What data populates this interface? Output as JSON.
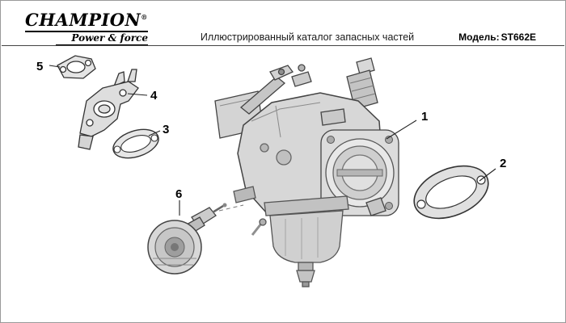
{
  "colors": {
    "page_bg": "#ffffff",
    "rule": "#444444",
    "text": "#000000"
  },
  "header": {
    "logo_text": "CHAMPION",
    "logo_reg": "®",
    "logo_subtitle": "Power & force",
    "title": "Иллюстрированный каталог запасных частей",
    "model_label": "Модель:",
    "model_value": "ST662E"
  },
  "diagram": {
    "subject": "carburetor-parts-exploded-view",
    "callouts": [
      {
        "label": "1"
      },
      {
        "label": "2"
      },
      {
        "label": "3"
      },
      {
        "label": "4"
      },
      {
        "label": "5"
      },
      {
        "label": "6"
      }
    ]
  }
}
